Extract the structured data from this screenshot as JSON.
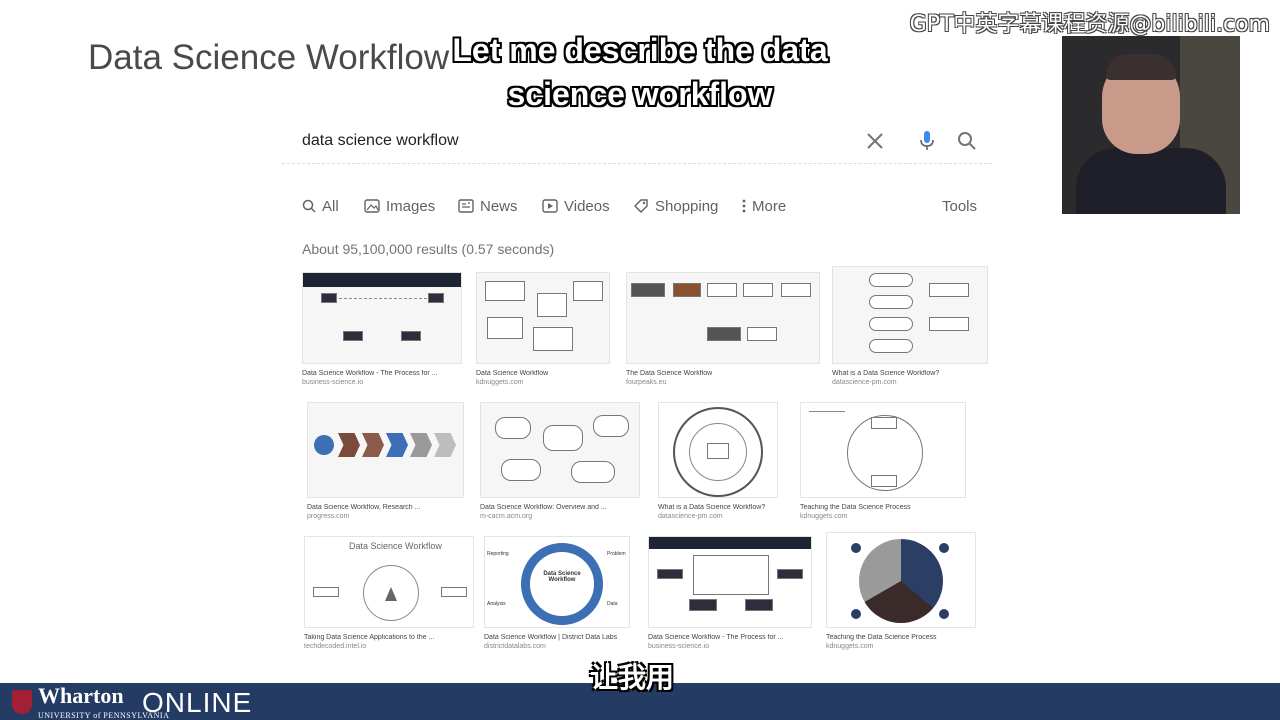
{
  "slide": {
    "title": "Data Science Workflow"
  },
  "subtitles": {
    "top": "Let me describe the data science workflow",
    "bottom": "让我用"
  },
  "watermark": "GPT中英字幕课程资源@bilibili.com",
  "search": {
    "query": "data science workflow",
    "icons": [
      "close-icon",
      "mic-icon",
      "search-icon"
    ]
  },
  "tabs": [
    {
      "label": "All",
      "icon": "search-icon",
      "active": true
    },
    {
      "label": "Images",
      "icon": "image-icon"
    },
    {
      "label": "News",
      "icon": "news-icon"
    },
    {
      "label": "Videos",
      "icon": "video-icon"
    },
    {
      "label": "Shopping",
      "icon": "tag-icon"
    },
    {
      "label": "More",
      "icon": "more-vert-icon"
    },
    {
      "label": "Tools"
    }
  ],
  "results_count": "About 95,100,000 results (0.57 seconds)",
  "images": [
    {
      "title": "Data Science Workflow - The Process for ...",
      "source": "business-science.io"
    },
    {
      "title": "Data Science Workflow",
      "source": "kdnuggets.com"
    },
    {
      "title": "The Data Science Workflow",
      "source": "fourpeaks.eu"
    },
    {
      "title": "What is a Data Science Workflow?",
      "source": "datascience-pm.com"
    },
    {
      "title": "Data Science Workflow, Research ...",
      "source": "progress.com"
    },
    {
      "title": "Data Science Workflow: Overview and ...",
      "source": "m-cacm.acm.org"
    },
    {
      "title": "What is a Data Science Workflow?",
      "source": "datascience-pm.com"
    },
    {
      "title": "Teaching the Data Science Process",
      "source": "kdnuggets.com"
    },
    {
      "title": "Taking Data Science Applications to the ...",
      "source": "techdecoded.intel.io"
    },
    {
      "title": "Data Science Workflow | District Data Labs",
      "source": "districtdatalabs.com"
    },
    {
      "title": "Data Science Workflow - The Process for ...",
      "source": "business-science.io"
    },
    {
      "title": "Teaching the Data Science Process",
      "source": "kdnuggets.com"
    }
  ],
  "footer": {
    "brand": "Wharton",
    "university": "UNIVERSITY of PENNSYLVANIA",
    "online": "ONLINE"
  },
  "colors": {
    "footer_bg": "#243b63",
    "shield": "#a31f34",
    "dark_thumb": "#2d2d3c",
    "accent_blue": "#3d6fb5"
  }
}
